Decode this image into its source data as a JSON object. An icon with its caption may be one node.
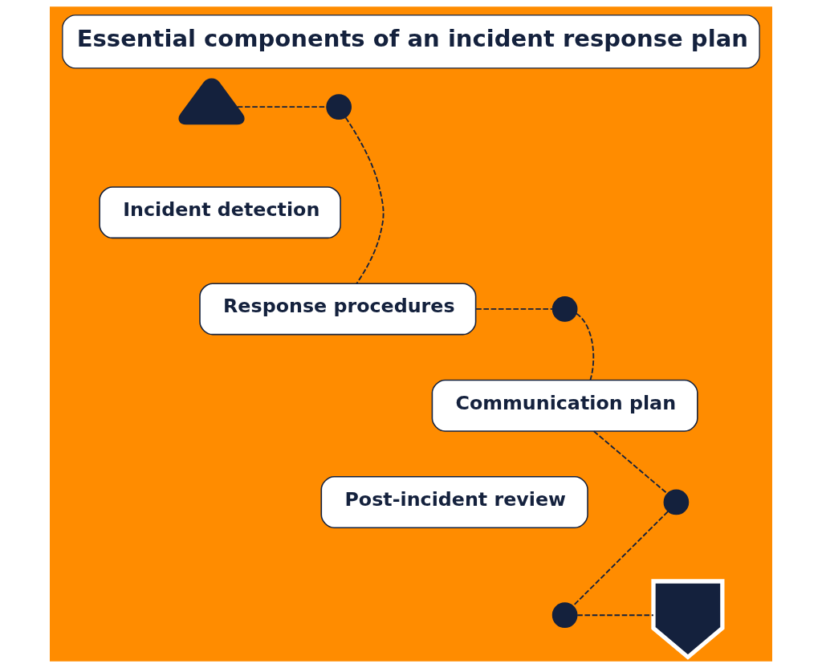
{
  "diagram": {
    "title": "Essential components of an incident response plan",
    "nodes": [
      {
        "text": [],
        "shape": "triangle"
      },
      {
        "text": [],
        "shape": "circle"
      },
      {
        "text": [
          "Incident detection"
        ]
      },
      {
        "text": [
          "Response procedures"
        ]
      },
      {
        "text": [],
        "shape": "circle"
      },
      {
        "text": [
          "Communication plan"
        ]
      },
      {
        "text": [
          "Post-incident review"
        ]
      },
      {
        "text": [],
        "shape": "circle"
      },
      {
        "text": [],
        "shape": "circle"
      },
      {
        "text": [],
        "shape": "shield"
      }
    ],
    "edges": [
      {
        "from": 0,
        "to": 1,
        "arrow": "none",
        "style": "dashed"
      },
      {
        "from": 1,
        "to": 3,
        "arrow": "none",
        "style": "dashed"
      },
      {
        "from": 3,
        "to": 4,
        "arrow": "none",
        "style": "dashed"
      },
      {
        "from": 4,
        "to": 5,
        "arrow": "none",
        "style": "dashed"
      },
      {
        "from": 5,
        "to": 7,
        "arrow": "none",
        "style": "dashed"
      },
      {
        "from": 7,
        "to": 8,
        "arrow": "none",
        "style": "dashed"
      },
      {
        "from": 8,
        "to": 9,
        "arrow": "none",
        "style": "dashed"
      }
    ]
  }
}
